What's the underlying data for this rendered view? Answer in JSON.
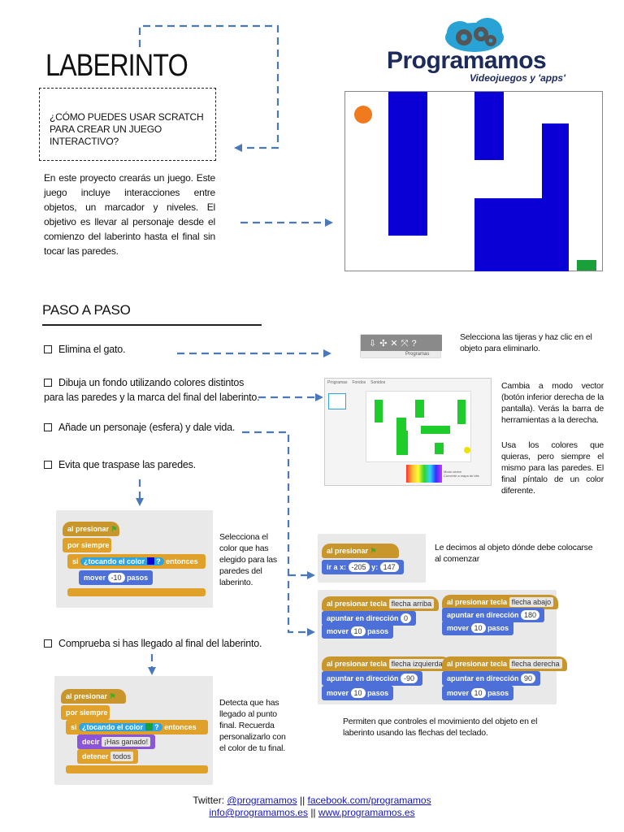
{
  "header": {
    "title": "LABERINTO",
    "question": "¿CÓMO PUEDES USAR SCRATCH PARA CREAR UN JUEGO INTERACTIVO?",
    "intro": "En este proyecto crearás un juego. Este juego incluye interacciones entre objetos, un marcador y niveles. El objetivo es llevar al personaje desde el comienzo del laberinto hasta el final sin tocar las paredes."
  },
  "logo": {
    "name": "Programamos",
    "subtitle": "Videojuegos y 'apps'",
    "colors": {
      "dark_gear": "#1d2a5c",
      "cloud": "#29a3d6"
    }
  },
  "section": {
    "title": "PASO A PASO"
  },
  "steps": [
    {
      "text": "Elimina el gato."
    },
    {
      "text": "Dibuja un fondo utilizando colores distintos para las paredes y la marca del final del laberinto."
    },
    {
      "text": "Añade un personaje (esfera) y dale vida."
    },
    {
      "text": "Evita que traspase las paredes."
    },
    {
      "text": "Comprueba si has llegado al final del laberinto."
    }
  ],
  "notes": {
    "scissors": "Selecciona las tijeras y haz clic en el objeto para eliminarlo.",
    "vector": "Cambia a modo vector (botón inferior derecha de la pantalla). Verás la barra de herramientas a la derecha.",
    "colors": "Usa los colores que quieras, pero siempre el mismo para las paredes. El final píntalo de un color diferente.",
    "wall_color": "Selecciona el color que has elegido para las paredes del laberinto.",
    "start_pos": "Le decimos al objeto dónde debe colocarse al comenzar",
    "arrows": "Permiten que controles el movimiento del objeto en el laberinto usando las flechas del teclado.",
    "finish": "Detecta que has llegado al punto final. Recuerda personalizarlo con el color de tu final."
  },
  "blocks": {
    "when_flag": "al presionar",
    "forever": "por siempre",
    "if": "si",
    "touching_color": "¿tocando el color",
    "then": "entonces",
    "move": "mover",
    "steps": "pasos",
    "goto_x": "ir a x:",
    "y": "y:",
    "x_val": "-205",
    "y_val": "147",
    "move_back": "-10",
    "when_key": "al presionar tecla",
    "key_up": "flecha arriba",
    "key_down": "flecha abajo",
    "key_left": "flecha izquierda",
    "key_right": "flecha derecha",
    "point_dir": "apuntar en dirección",
    "dir_up": "0",
    "dir_down": "180",
    "dir_left": "-90",
    "dir_right": "90",
    "move_val": "10",
    "say": "decir",
    "say_text": "¡Has ganado!",
    "stop": "detener",
    "stop_opt": "todos"
  },
  "editor_shot": {
    "tabs": [
      "Programas",
      "Fondos",
      "Sonidos"
    ],
    "vector_label": "Convertir a mapa de bits",
    "mode_label": "Modo vector"
  },
  "toolbar_shot": {
    "label": "Programas"
  },
  "footer": {
    "twitter_label": "Twitter:",
    "twitter": "@programamos",
    "facebook": "facebook.com/programamos",
    "email": "info@programamos.es",
    "web": "www.programamos.es",
    "sep": "||"
  },
  "colors": {
    "maze_wall": "#0a00d6",
    "maze_goal": "#1aa03a",
    "ball": "#f07a1e",
    "editor_wall": "#1ecc2b",
    "dash": "#4a78b8"
  }
}
